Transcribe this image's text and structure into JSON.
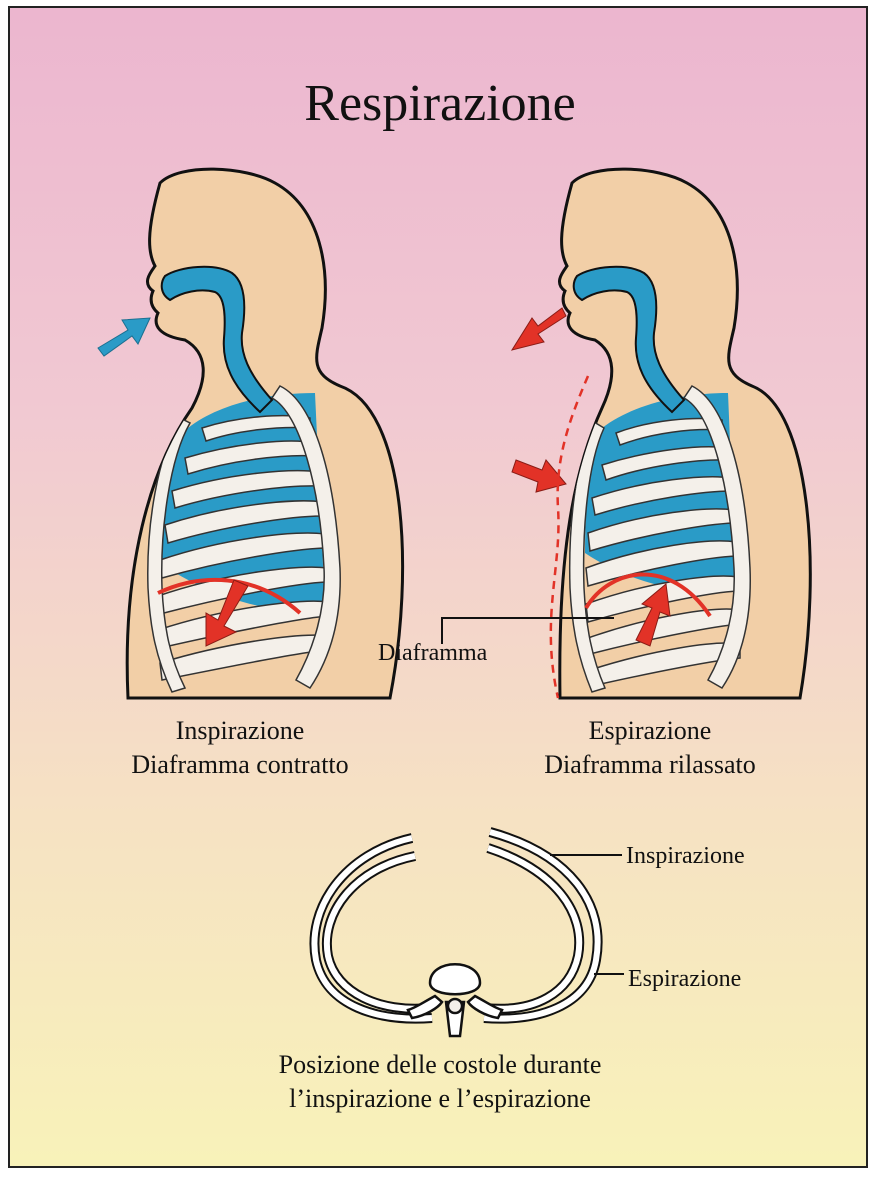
{
  "title": "Respirazione",
  "panels": {
    "inspiration": {
      "caption_line1": "Inspirazione",
      "caption_line2": "Diaframma contratto"
    },
    "expiration": {
      "caption_line1": "Espirazione",
      "caption_line2": "Diaframma rilassato"
    }
  },
  "labels": {
    "diaphragm": "Diaframma",
    "rib_inspiration": "Inspirazione",
    "rib_expiration": "Espirazione"
  },
  "bottom_caption": {
    "line1": "Posizione delle costole durante",
    "line2": "l’inspirazione e l’espirazione"
  },
  "colors": {
    "skin": "#f2cfa7",
    "airway": "#2a9bc7",
    "rib": "#f4f0ea",
    "arrow_in": "#2a9bc7",
    "arrow_out": "#e23227",
    "outline": "#111111"
  }
}
